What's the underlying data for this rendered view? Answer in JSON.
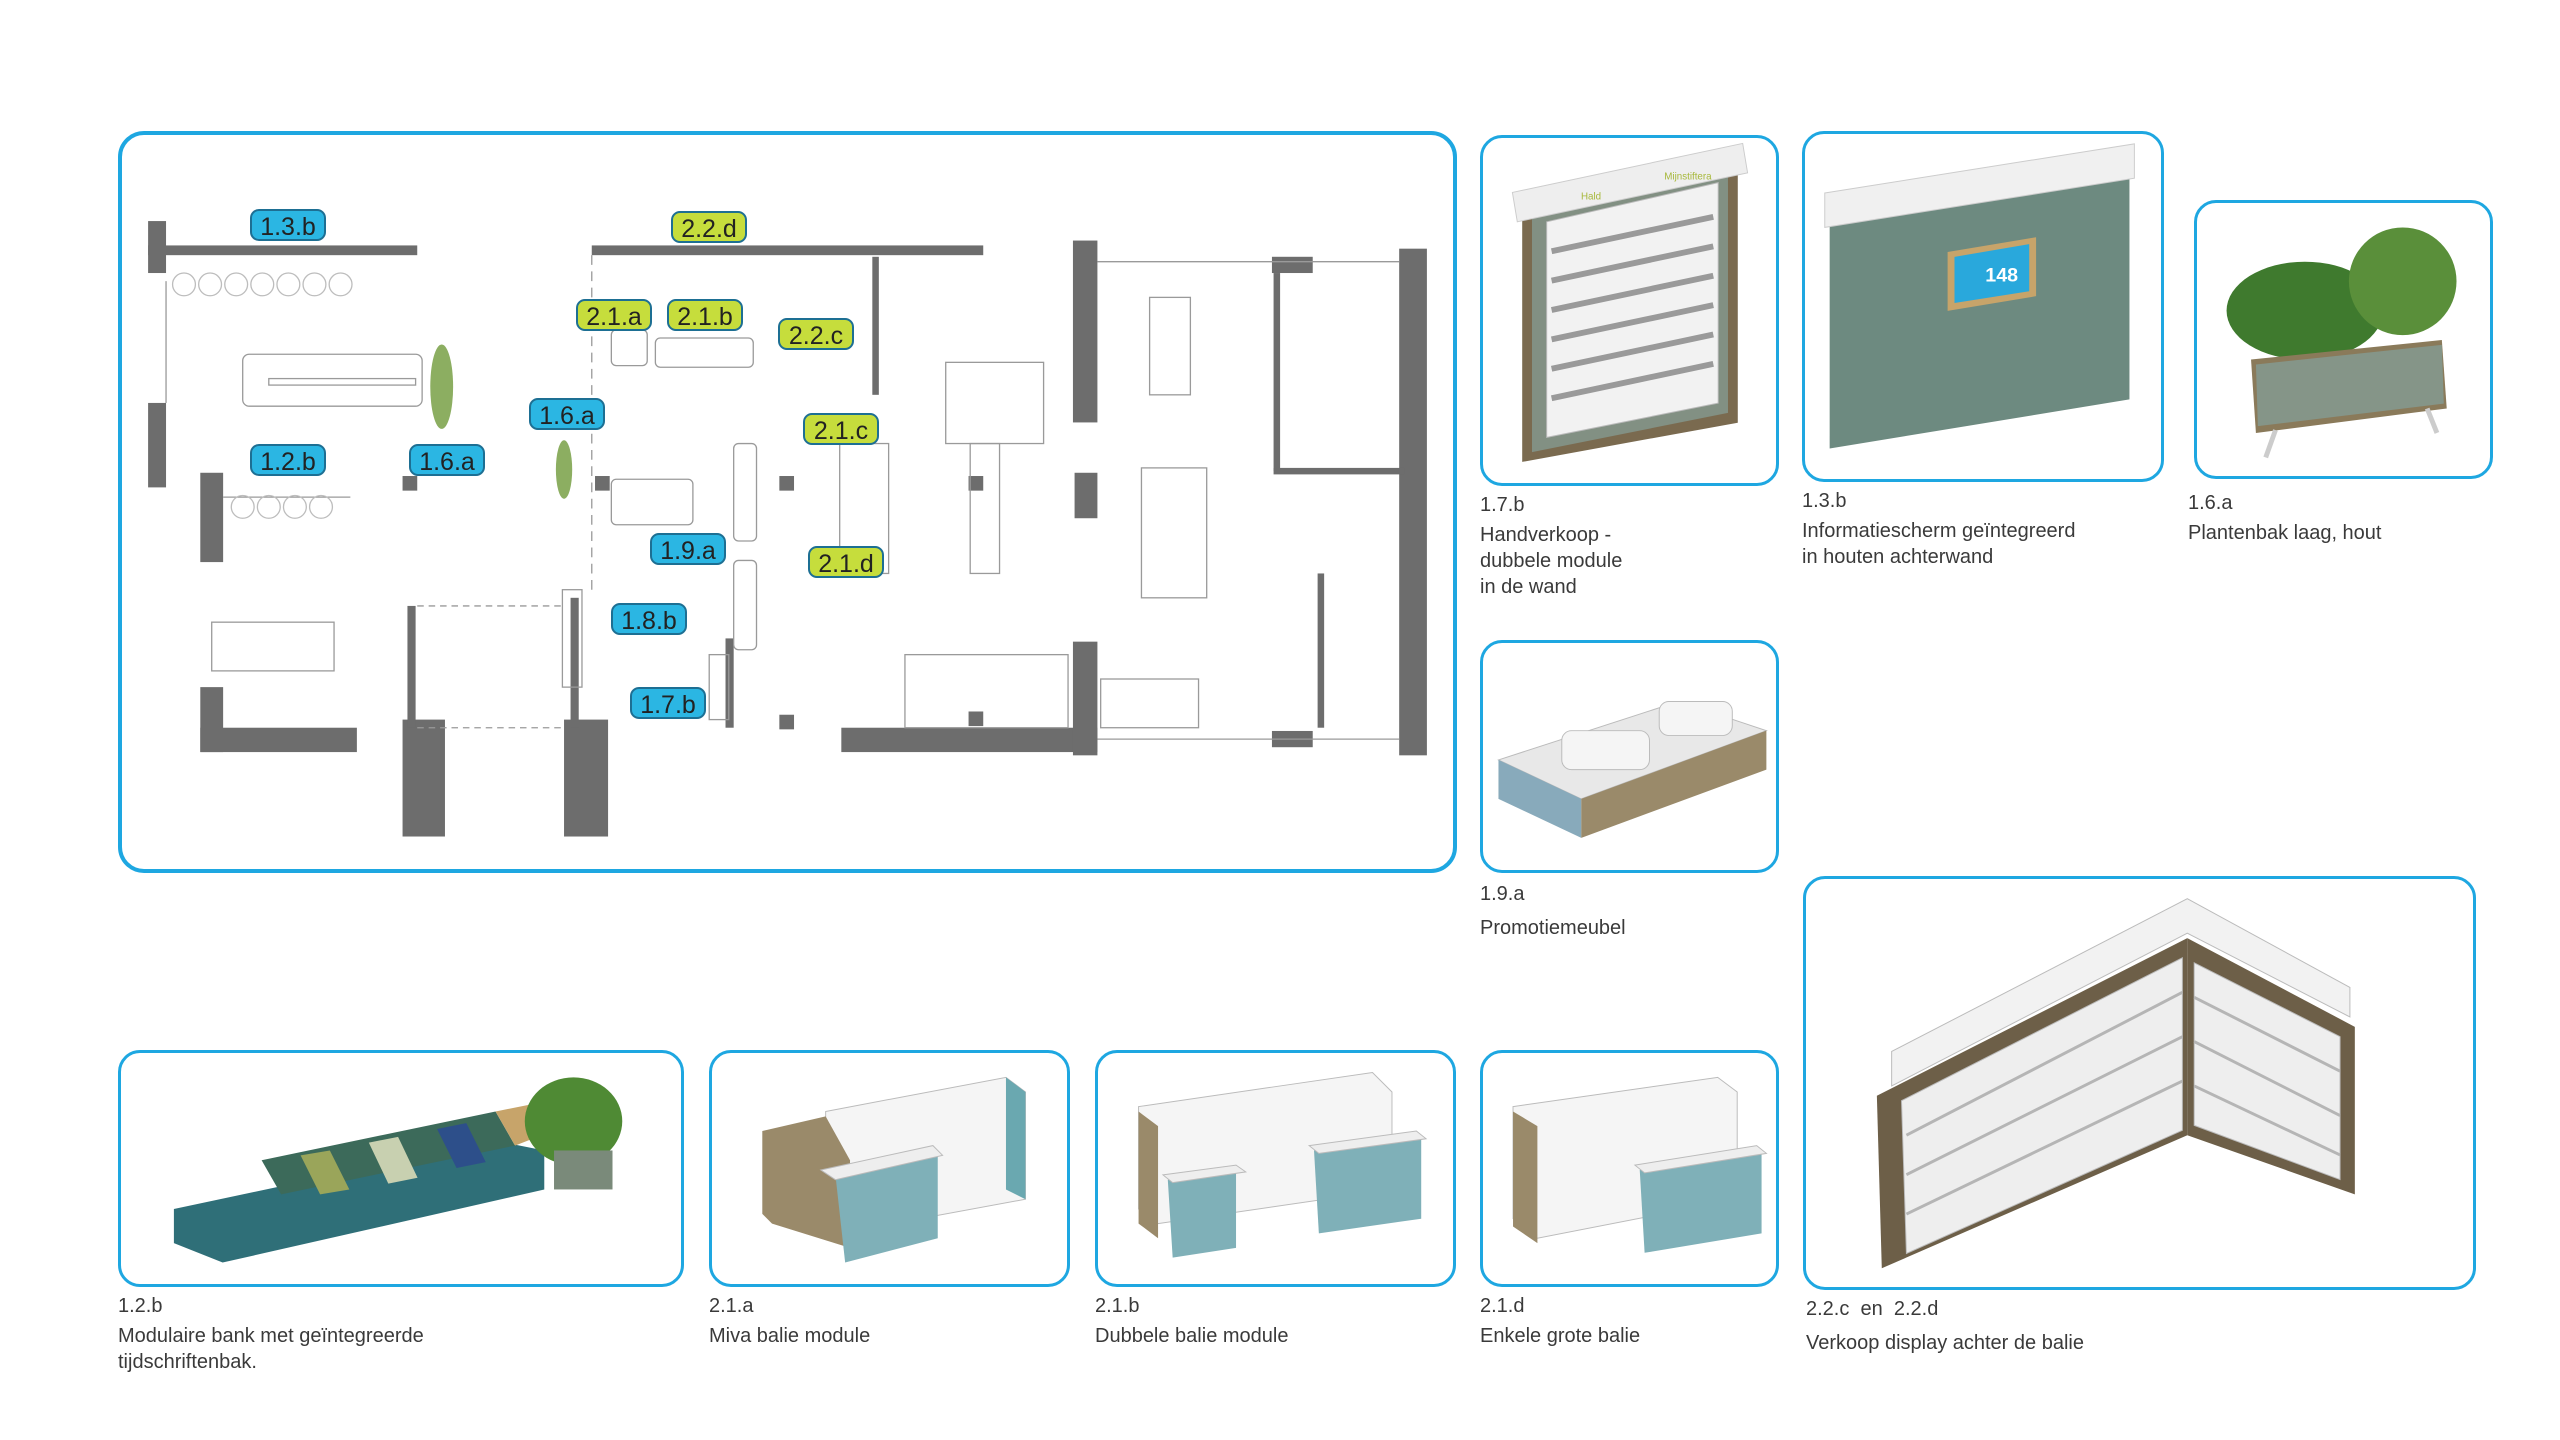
{
  "floorplan": {
    "tags": [
      {
        "label": "1.3.b",
        "color": "blue"
      },
      {
        "label": "2.2.d",
        "color": "green"
      },
      {
        "label": "2.1.a",
        "color": "green"
      },
      {
        "label": "2.1.b",
        "color": "green"
      },
      {
        "label": "2.2.c",
        "color": "green"
      },
      {
        "label": "1.6.a",
        "color": "blue"
      },
      {
        "label": "2.1.c",
        "color": "green"
      },
      {
        "label": "1.2.b",
        "color": "blue"
      },
      {
        "label": "1.6.a",
        "color": "blue"
      },
      {
        "label": "1.9.a",
        "color": "blue"
      },
      {
        "label": "2.1.d",
        "color": "green"
      },
      {
        "label": "1.8.b",
        "color": "blue"
      },
      {
        "label": "1.7.b",
        "color": "blue"
      }
    ]
  },
  "cards": {
    "c17b": {
      "code": "1.7.b",
      "line1": "Handverkoop -",
      "line2": "dubbele module",
      "line3": "in de wand",
      "sign_left": "Hald",
      "sign_right": "Mijnstiftera"
    },
    "c13b": {
      "code": "1.3.b",
      "line1": "Informatiescherm geïntegreerd",
      "line2": "in houten achterwand",
      "screen_number": "148"
    },
    "c16a": {
      "code": "1.6.a",
      "line1": "Plantenbak laag, hout"
    },
    "c19a": {
      "code": "1.9.a",
      "line1": "Promotiemeubel"
    },
    "c22": {
      "code": "2.2.c  en  2.2.d",
      "line1": "Verkoop display achter de balie"
    },
    "c12b": {
      "code": "1.2.b",
      "line1": "Modulaire bank met geïntegreerde",
      "line2": "tijdschriftenbak."
    },
    "c21a": {
      "code": "2.1.a",
      "line1": "Miva balie module"
    },
    "c21b": {
      "code": "2.1.b",
      "line1": "Dubbele balie module"
    },
    "c21d": {
      "code": "2.1.d",
      "line1": "Enkele grote balie"
    }
  },
  "colors": {
    "accent": "#1ea7e1",
    "tag_blue": "#2bb6e3",
    "tag_green": "#c6dd3c",
    "wall": "#6d6d6d"
  }
}
